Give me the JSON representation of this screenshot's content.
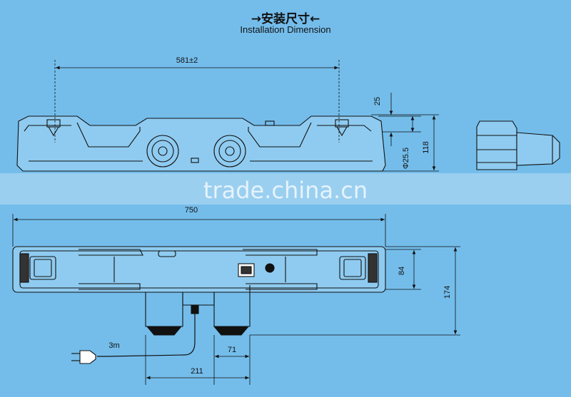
{
  "header": {
    "title_cn": "→安装尺寸←",
    "title_en": "Installation Dimension"
  },
  "side_view": {
    "hole_spacing": "581±2",
    "cap_height": "25",
    "diameter": "Φ25.5",
    "height": "118"
  },
  "plan_view": {
    "length": "750",
    "depth": "84",
    "total_depth": "174",
    "cord_length": "3m",
    "foot_width": "71",
    "foot_span": "211"
  },
  "watermark": "trade.china.cn",
  "colors": {
    "background": "#74bdeb",
    "line": "#111111",
    "body_fill": "#8fcbf0"
  }
}
